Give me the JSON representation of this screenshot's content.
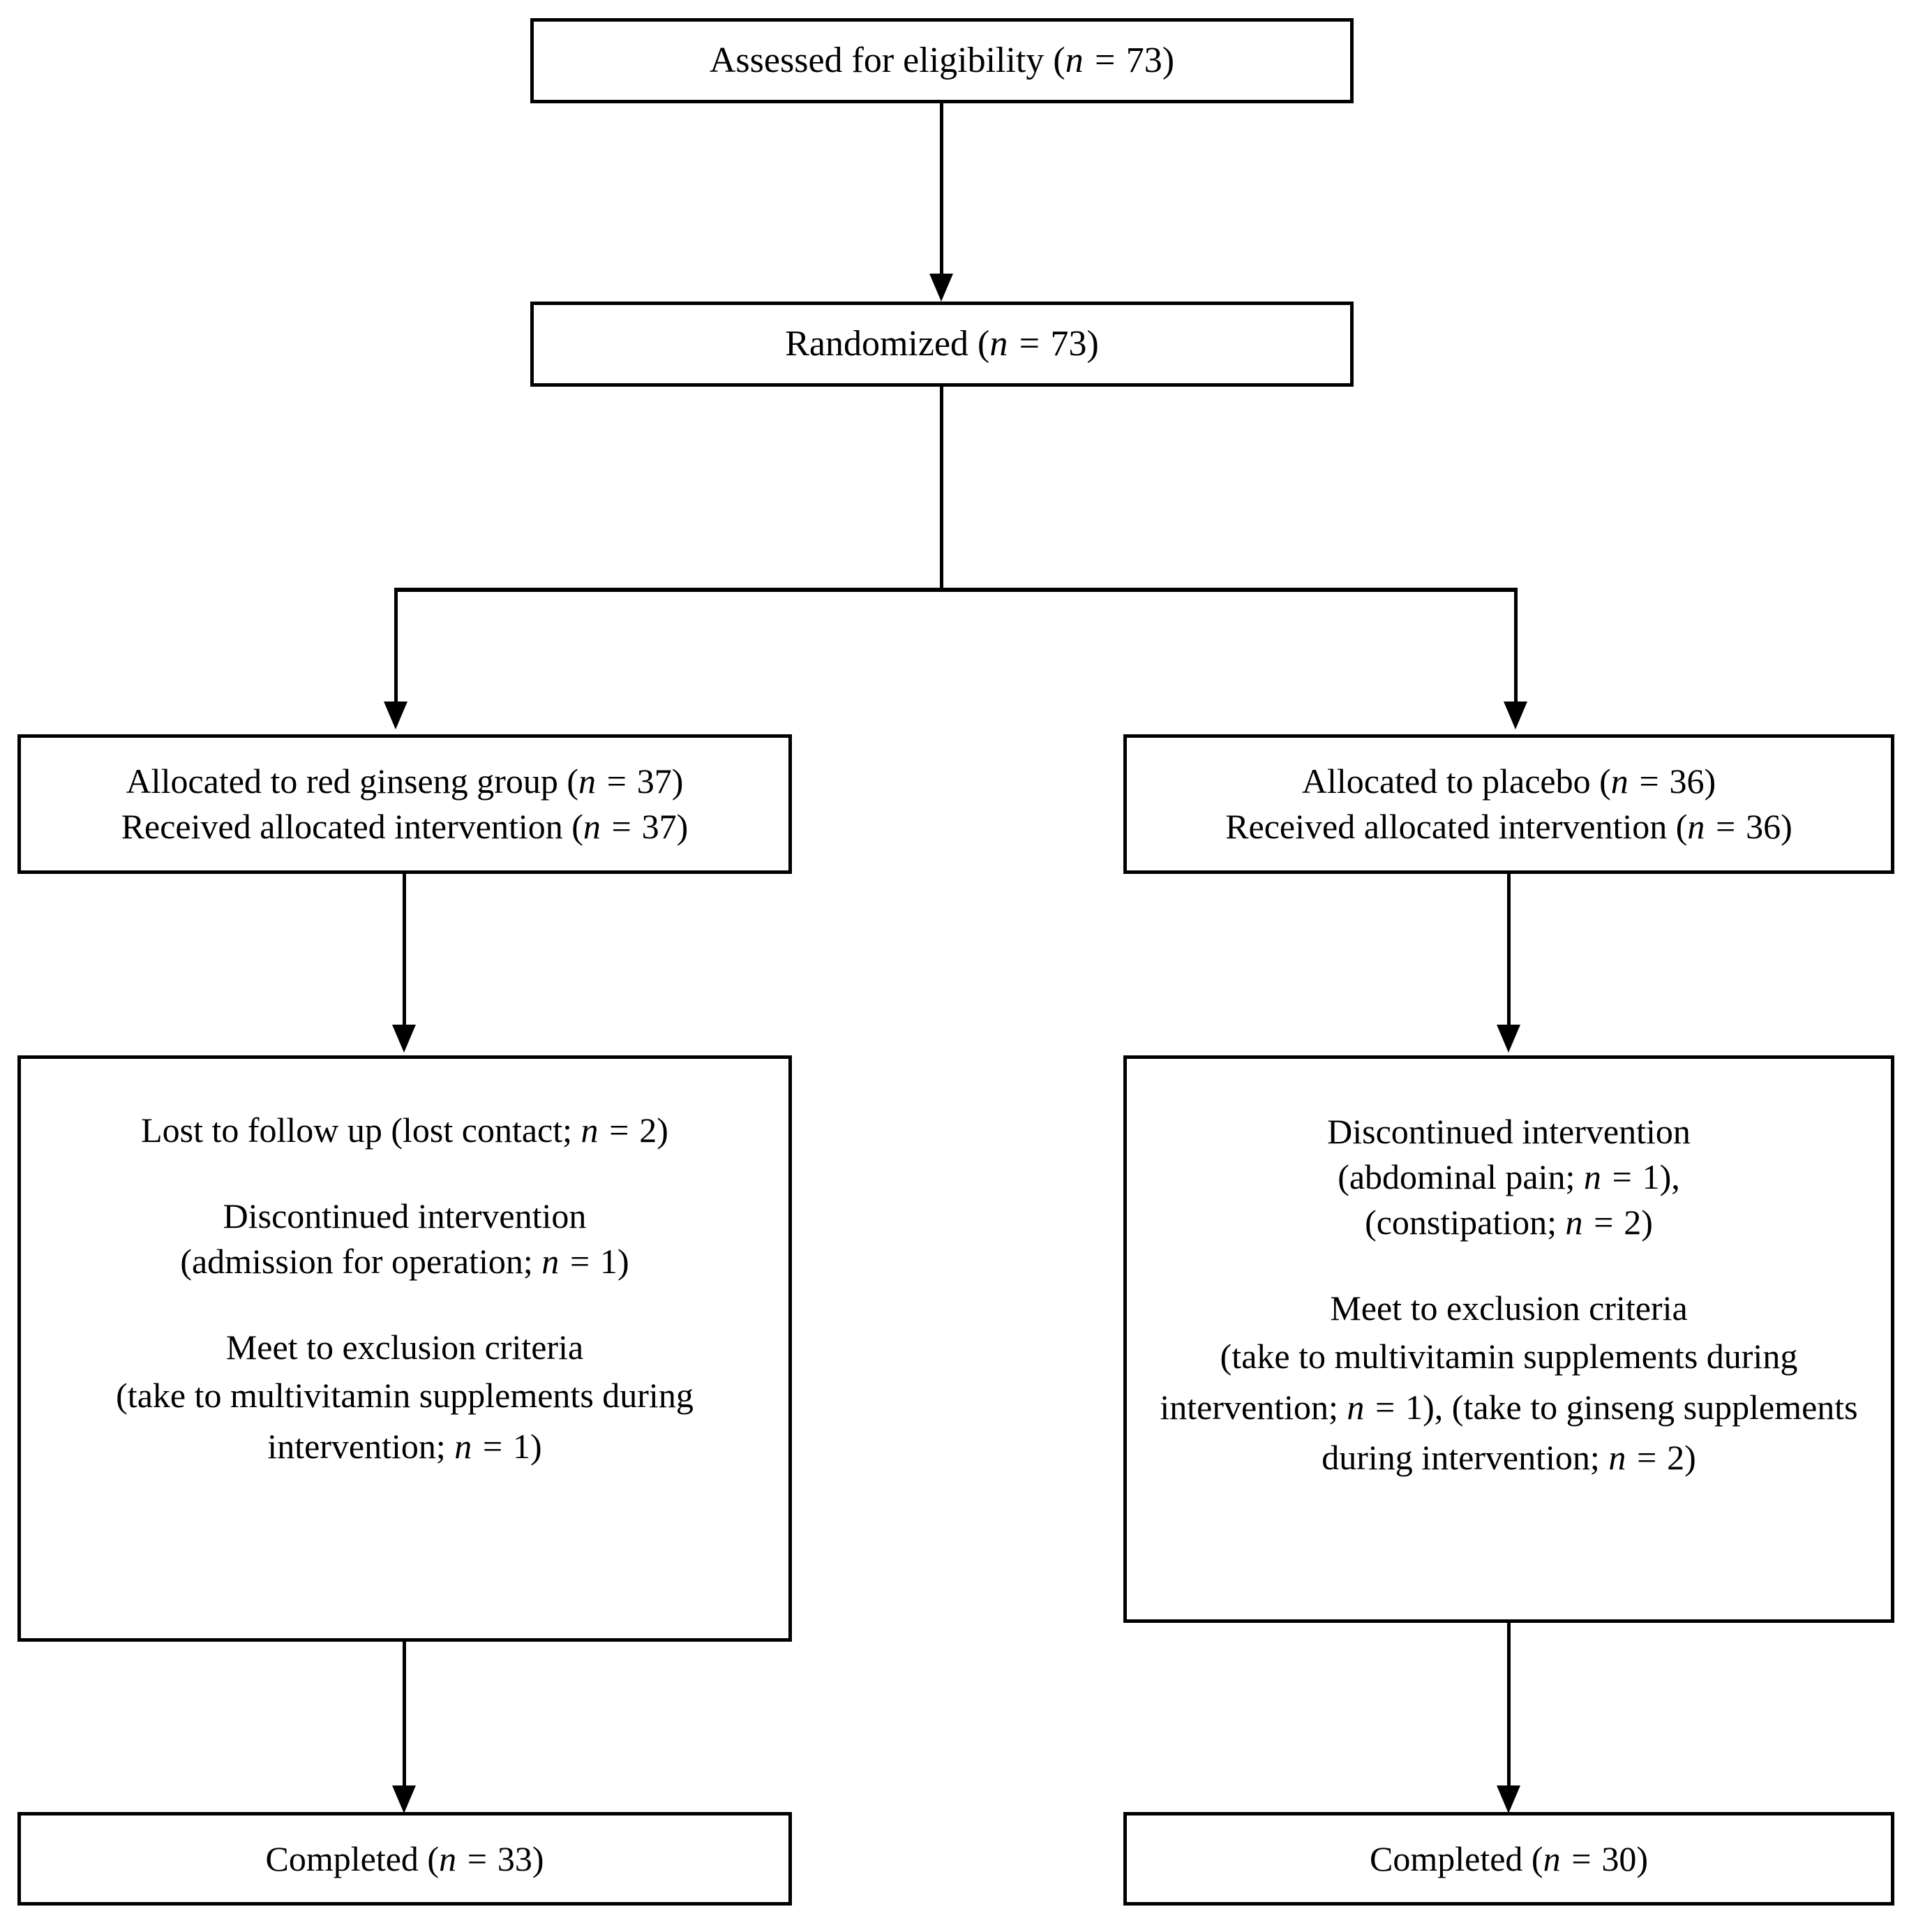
{
  "diagram": {
    "title": "CONSORT participant flow diagram",
    "ink_color": "#000000",
    "background_color": "#ffffff",
    "nodes": {
      "assessed": {
        "text": "Assessed for eligibility  (n = 73)",
        "label": "Assessed for eligibility",
        "n": 73
      },
      "randomized": {
        "text": "Randomized  (n = 73)",
        "label": "Randomized",
        "n": 73
      },
      "alloc_left": {
        "line1": "Allocated  to red ginseng  group (n = 37)",
        "line2": "Received  allocated  intervention  (n = 37)",
        "allocated_n": 37,
        "received_n": 37
      },
      "alloc_right": {
        "line1": "Allocated  to placebo (n = 36)",
        "line2": "Received  allocated  intervention  (n = 36)",
        "allocated_n": 36,
        "received_n": 36
      },
      "follow_left": {
        "line1": "Lost to follow  up (lost contact;  n = 2)",
        "line2": "Discontinued  intervention",
        "line3": "(admission  for operation;  n = 1)",
        "line4": "Meet to exclusion  criteria",
        "line5": "(take to multivitamin  supplements  during intervention;  n = 1)",
        "lost_to_follow_up_n": 2,
        "discontinued_admission_for_operation_n": 1,
        "exclusion_multivitamin_n": 1
      },
      "follow_right": {
        "line1": "Discontinued  intervention",
        "line2": "(abdominal  pain;  n = 1),",
        "line3": "(constipation;  n = 2)",
        "line4": "Meet to exclusion  criteria",
        "line5": "(take to multivitamin  supplements  during intervention;  n = 1), (take to ginseng supplements  during intervention;  n = 2)",
        "discontinued_abdominal_pain_n": 1,
        "discontinued_constipation_n": 2,
        "exclusion_multivitamin_n": 1,
        "exclusion_ginseng_n": 2
      },
      "completed_left": {
        "text": "Completed  (n = 33)",
        "label": "Completed",
        "n": 33
      },
      "completed_right": {
        "text": "Completed  (n = 30)",
        "label": "Completed",
        "n": 30
      }
    },
    "connectors": [
      "assessed-to-randomized",
      "randomized-split",
      "split-to-alloc-left",
      "split-to-alloc-right",
      "alloc-left-to-follow-left",
      "alloc-right-to-follow-right",
      "follow-left-to-completed-left",
      "follow-right-to-completed-right"
    ]
  }
}
